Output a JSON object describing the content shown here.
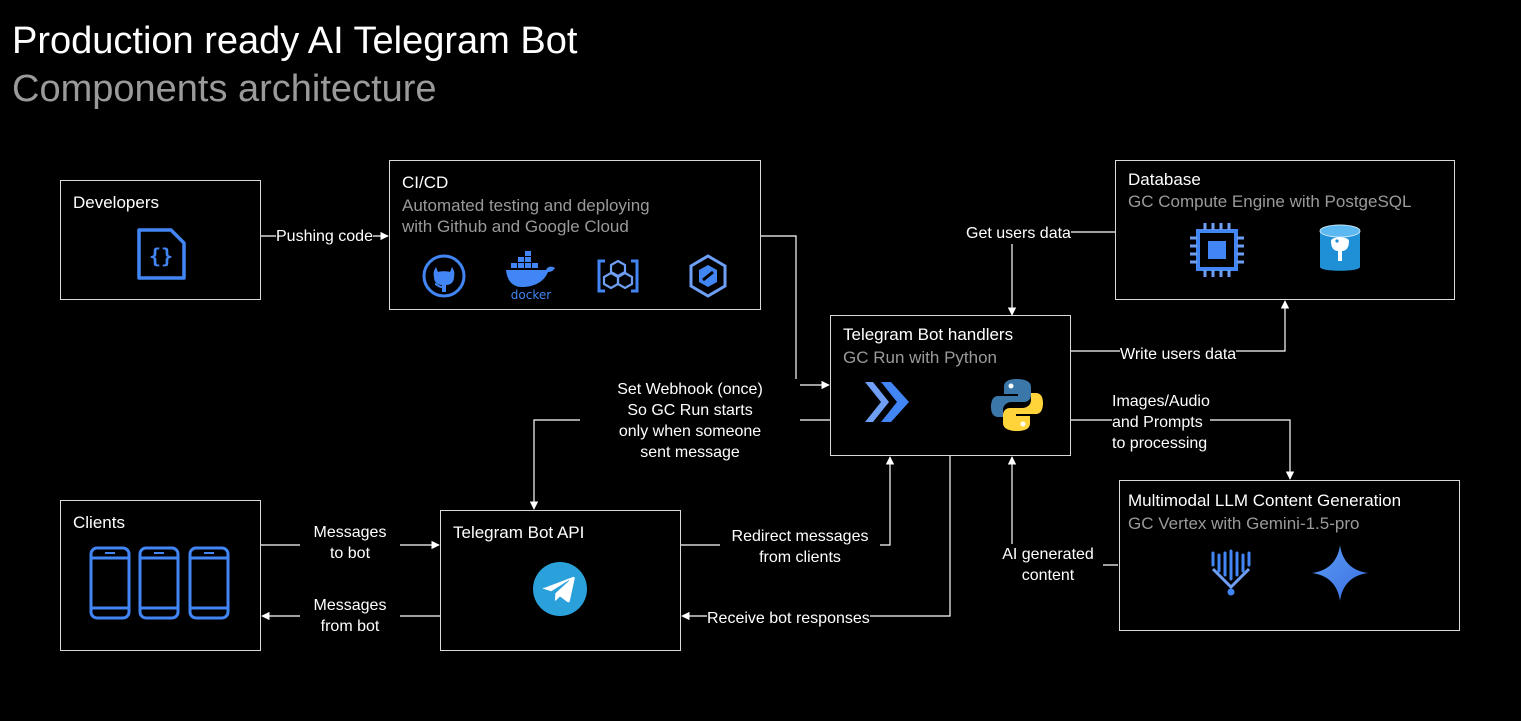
{
  "header": {
    "title": "Production ready AI Telegram Bot",
    "subtitle": "Components architecture"
  },
  "boxes": {
    "developers": {
      "title": "Developers",
      "icons": [
        "code-file-icon"
      ]
    },
    "cicd": {
      "title": "CI/CD",
      "subtitle_line1": "Automated testing and deploying",
      "subtitle_line2": "with Github and Google Cloud",
      "icons": [
        "github-icon",
        "docker-icon",
        "cloud-build-icon",
        "artifact-registry-icon"
      ],
      "docker_text": "docker"
    },
    "database": {
      "title": "Database",
      "subtitle": "GC Compute Engine with PostgeSQL",
      "icons": [
        "compute-engine-icon",
        "postgresql-icon"
      ]
    },
    "handlers": {
      "title": "Telegram Bot handlers",
      "subtitle": "GC Run with Python",
      "icons": [
        "cloud-run-icon",
        "python-icon"
      ]
    },
    "clients": {
      "title": "Clients",
      "icons": [
        "phone-icon",
        "phone-icon",
        "phone-icon"
      ]
    },
    "telegram_api": {
      "title": "Telegram Bot API",
      "icons": [
        "telegram-icon"
      ]
    },
    "llm": {
      "title": "Multimodal LLM Content Generation",
      "subtitle": "GC Vertex with Gemini-1.5-pro",
      "icons": [
        "vertex-ai-icon",
        "gemini-icon"
      ]
    }
  },
  "edges": {
    "pushing_code": "Pushing code",
    "get_users_data": "Get users data",
    "write_users_data": "Write users data",
    "webhook": [
      "Set Webhook (once)",
      "So GC Run starts",
      "only when someone",
      "sent message"
    ],
    "images_audio": [
      "Images/Audio",
      "and Prompts",
      "to processing"
    ],
    "messages_to_bot": [
      "Messages",
      "to bot"
    ],
    "messages_from_bot": [
      "Messages",
      "from bot"
    ],
    "redirect_messages": [
      "Redirect messages",
      "from clients"
    ],
    "ai_generated": [
      "AI generated",
      "content"
    ],
    "receive_responses": "Receive bot responses"
  },
  "colors": {
    "background": "#000000",
    "box_border": "#d9d9d9",
    "subtitle_gray": "#9a9a9a",
    "icon_blue": "#4285f4",
    "telegram_blue": "#2aa1da",
    "python_blue": "#3b77a8",
    "python_yellow": "#ffd43b"
  }
}
